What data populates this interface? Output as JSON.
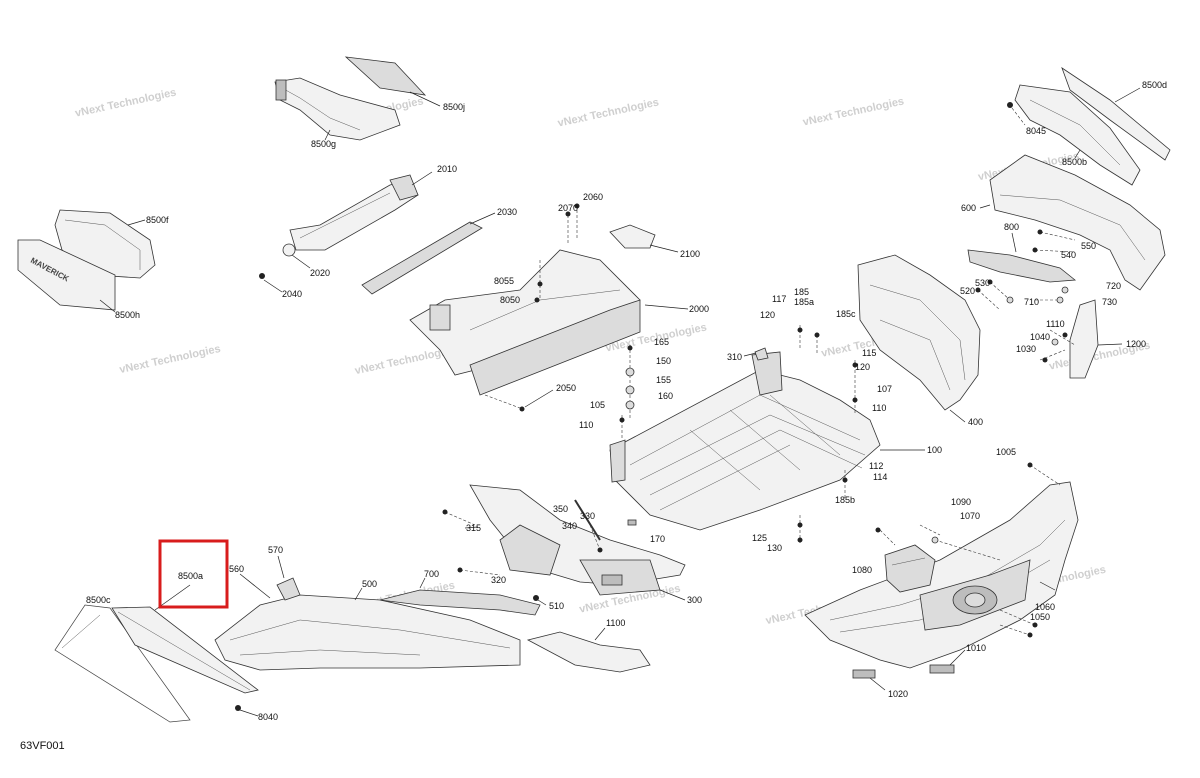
{
  "diagram_code": "63VF001",
  "watermark": [
    "vNext",
    "Technologies",
    "vNext Technologies"
  ],
  "highlight": {
    "label": "8500a",
    "color": "#d81c1c"
  },
  "callouts": [
    "8500j",
    "8500g",
    "8500d",
    "8045",
    "8500b",
    "8500f",
    "8500h",
    "8500c",
    "8040",
    "2020",
    "2010",
    "2030",
    "2040",
    "2060",
    "2070",
    "2100",
    "8055",
    "8050",
    "2000",
    "2050",
    "117",
    "185",
    "185a",
    "120",
    "185c",
    "310",
    "115",
    "120",
    "107",
    "110",
    "165",
    "150",
    "155",
    "160",
    "105",
    "110",
    "100",
    "112",
    "114",
    "185b",
    "125",
    "130",
    "170",
    "350",
    "330",
    "340",
    "315",
    "320",
    "300",
    "510",
    "500",
    "700",
    "560",
    "570",
    "1100",
    "600",
    "550",
    "540",
    "800",
    "530",
    "520",
    "710",
    "720",
    "730",
    "1110",
    "1040",
    "1030",
    "1200",
    "400",
    "1005",
    "1090",
    "1070",
    "1080",
    "1020",
    "1060",
    "1050",
    "1010"
  ]
}
